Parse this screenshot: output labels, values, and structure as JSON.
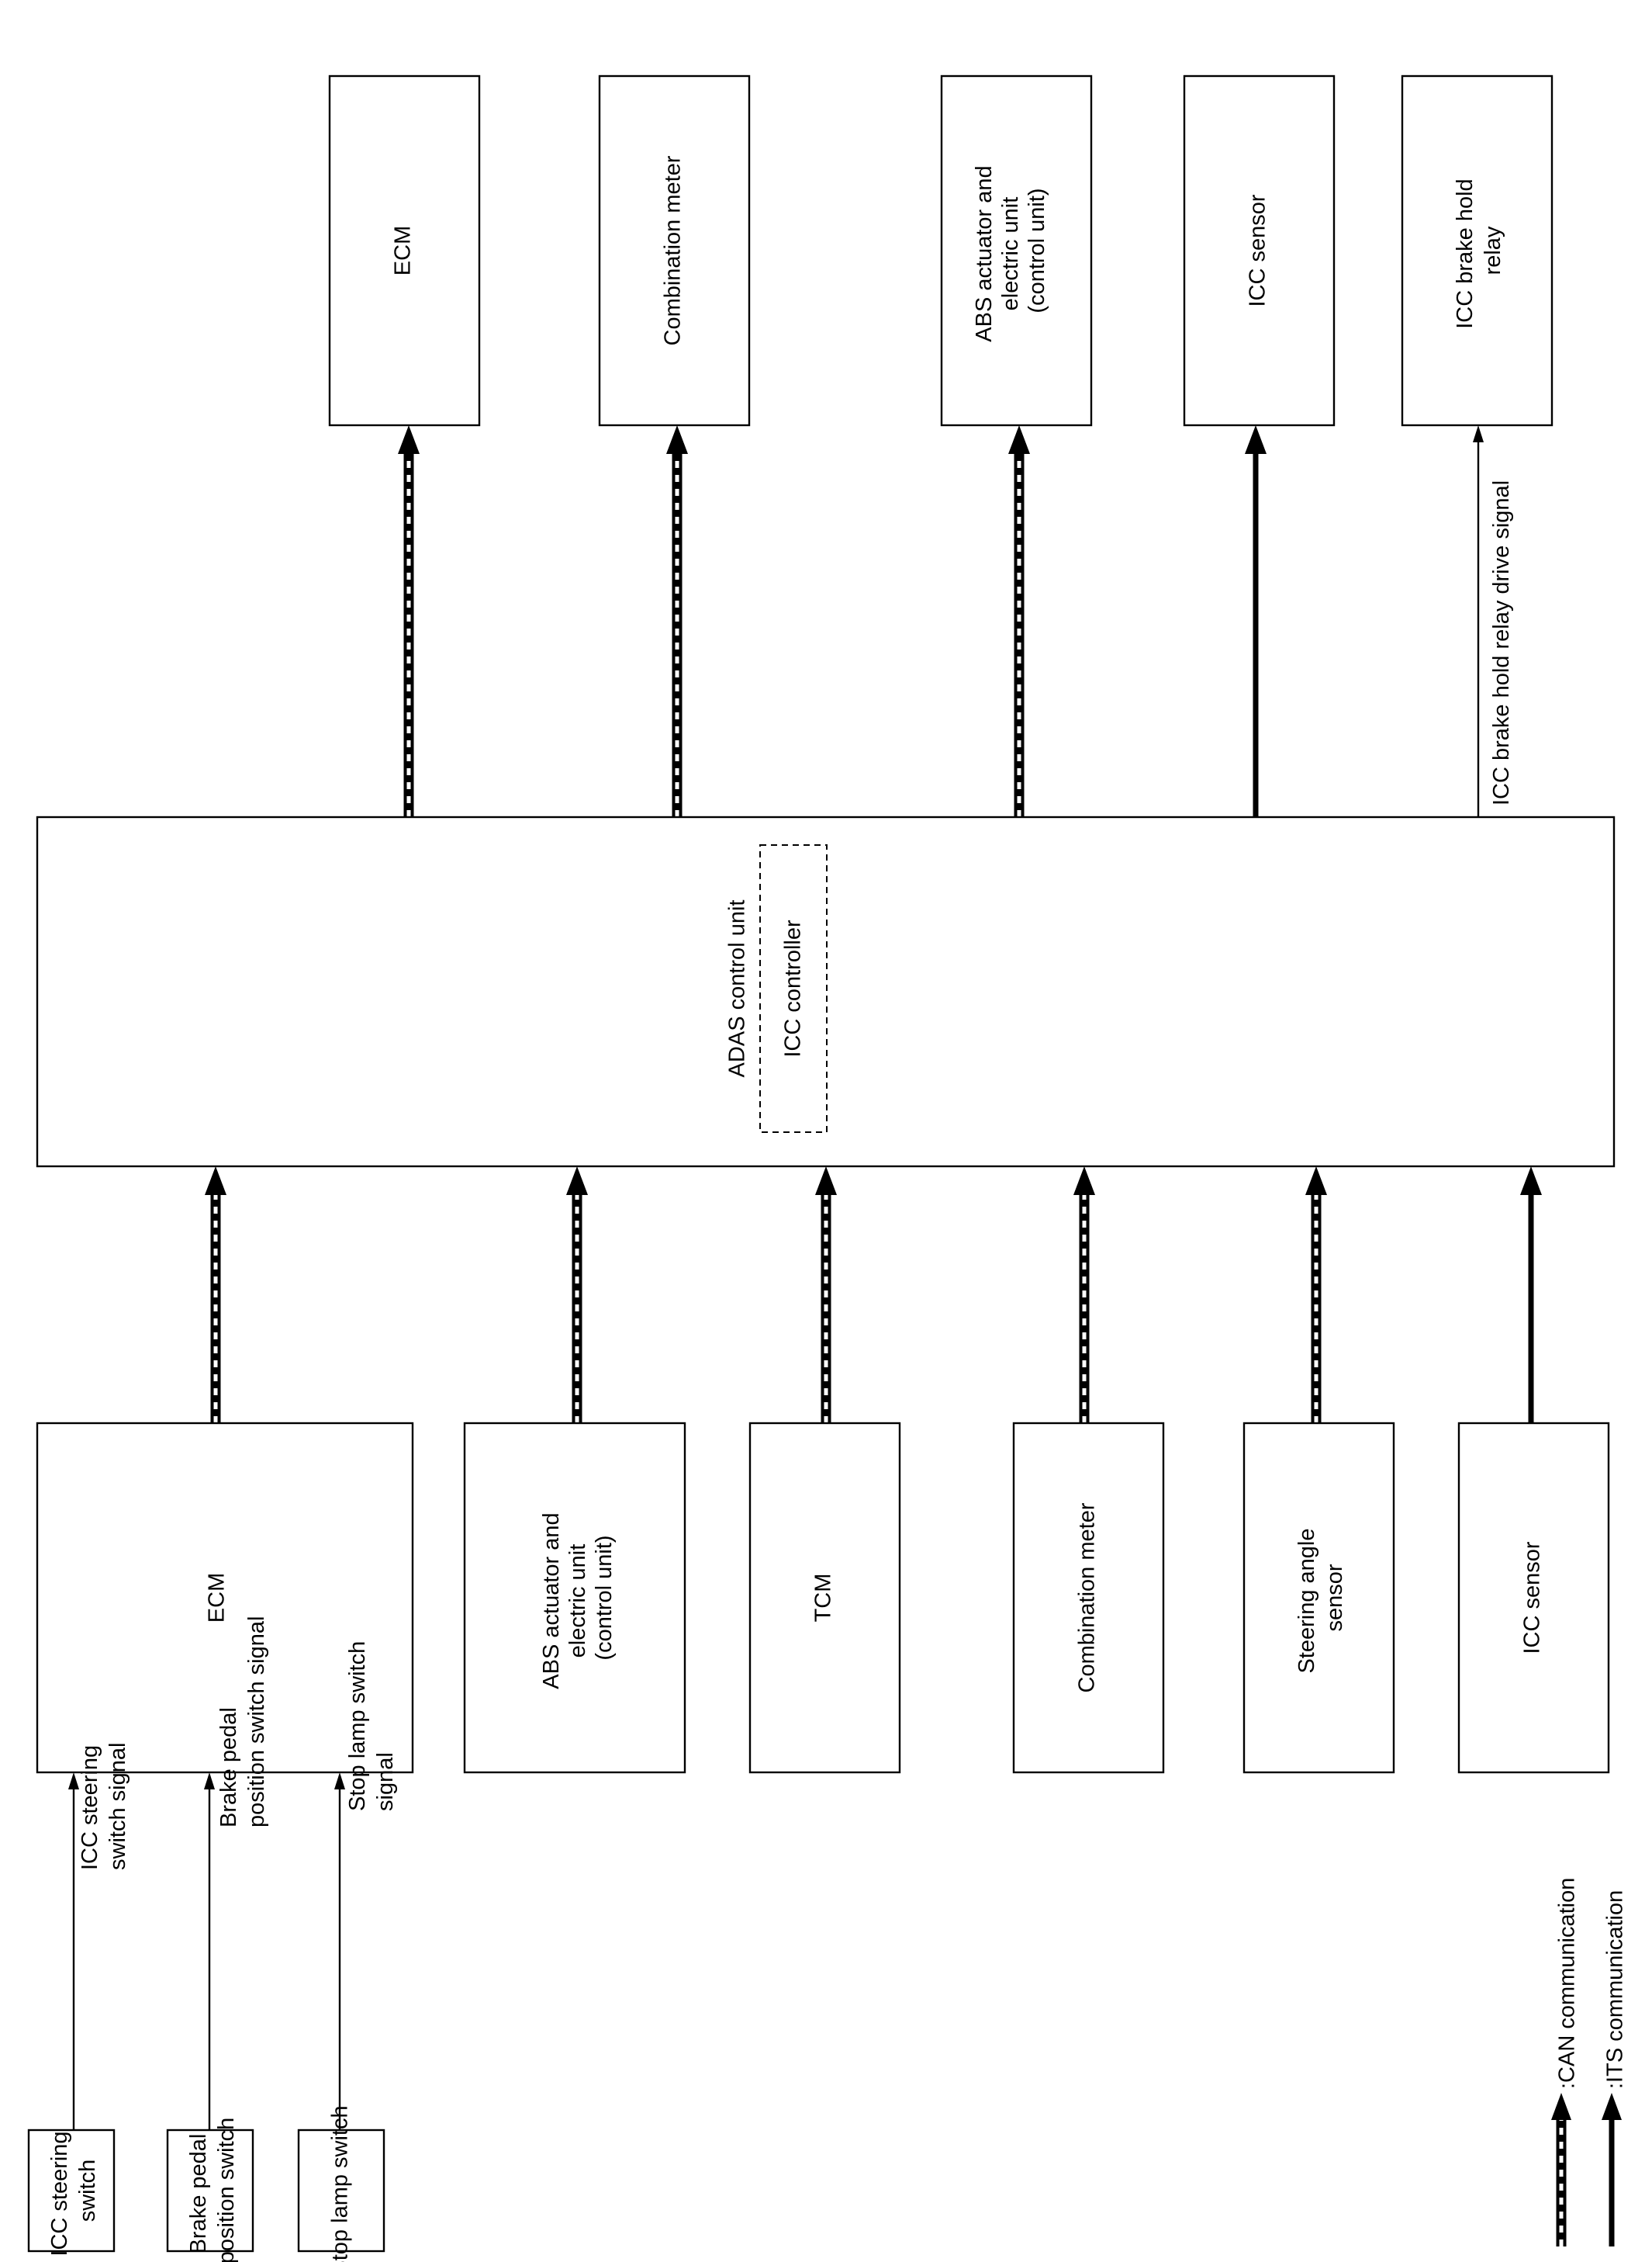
{
  "outputs": {
    "ecm": "ECM",
    "combination_meter": "Combination meter",
    "abs": [
      "ABS actuator and",
      "electric unit",
      "(control unit)"
    ],
    "icc_sensor": "ICC sensor",
    "brake_hold_relay": [
      "ICC brake hold",
      "relay"
    ],
    "brake_hold_signal": "ICC brake hold relay drive signal"
  },
  "center": {
    "adas": "ADAS control unit",
    "icc_controller": "ICC controller"
  },
  "inputs": {
    "ecm": "ECM",
    "abs": [
      "ABS actuator and",
      "electric unit",
      "(control unit)"
    ],
    "tcm": "TCM",
    "combination_meter": "Combination meter",
    "steering_angle": [
      "Steering angle",
      "sensor"
    ],
    "icc_sensor": "ICC sensor"
  },
  "switches": {
    "icc_steering_switch": [
      "ICC steering",
      "switch"
    ],
    "brake_pedal_switch": [
      "Brake pedal",
      "position switch"
    ],
    "stop_lamp_switch": "Stop lamp switch",
    "icc_steering_signal": [
      "ICC steering",
      "switch signal"
    ],
    "brake_pedal_signal": [
      "Brake pedal",
      "position switch signal"
    ],
    "stop_lamp_signal": [
      "Stop lamp switch",
      "signal"
    ]
  },
  "legend": {
    "can": ":CAN communication",
    "its": ":ITS communication"
  }
}
